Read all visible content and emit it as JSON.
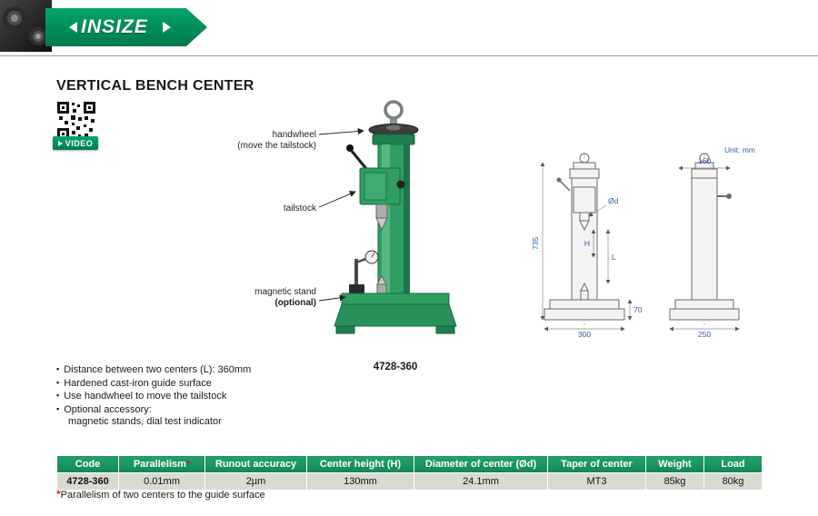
{
  "header": {
    "brand": "INSIZE"
  },
  "page": {
    "title": "VERTICAL BENCH CENTER",
    "video_label": "VIDEO",
    "model": "4728-360"
  },
  "callouts": {
    "handwheel_line1": "handwheel",
    "handwheel_line2": "(move the tailstock)",
    "tailstock": "tailstock",
    "magnetic_line1": "magnetic stand",
    "magnetic_line2": "(optional)"
  },
  "drawing": {
    "unit": "Unit: mm",
    "total_height": "735",
    "base_width_front": "300",
    "base_height": "70",
    "top_width_side": "160",
    "base_width_side": "250",
    "center_height_label": "H",
    "distance_label": "L",
    "diameter_label": "Ød"
  },
  "features": {
    "items": [
      "Distance between two centers (L): 360mm",
      "Hardened cast-iron guide surface",
      "Use handwheel to move the tailstock",
      "Optional accessory:"
    ],
    "sub_item": "magnetic stands, dial test indicator"
  },
  "table": {
    "star": "*",
    "headers": [
      "Code",
      "Parallelism",
      "Runout accuracy",
      "Center height (H)",
      "Diameter of center (Ød)",
      "Taper of center",
      "Weight",
      "Load"
    ],
    "rows": [
      [
        "4728-360",
        "0.01mm",
        "2µm",
        "130mm",
        "24.1mm",
        "MT3",
        "85kg",
        "80kg"
      ]
    ]
  },
  "footnote": {
    "star": "*",
    "text": "Parallelism of two centers to the guide surface"
  },
  "colors": {
    "brand_green": "#00905c",
    "table_header_green": "#1b9a63",
    "table_row_bg": "#d7dcd2",
    "dim_blue": "#2e5fa3",
    "accent_red": "#e02020"
  }
}
